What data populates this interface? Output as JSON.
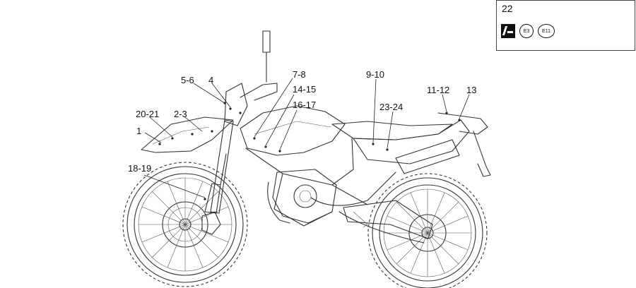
{
  "callouts": [
    {
      "key": "c1",
      "label": "1"
    },
    {
      "key": "c20_21",
      "label": "20-21"
    },
    {
      "key": "c2_3",
      "label": "2-3"
    },
    {
      "key": "c5_6",
      "label": "5-6"
    },
    {
      "key": "c4",
      "label": "4"
    },
    {
      "key": "c7_8",
      "label": "7-8"
    },
    {
      "key": "c14_15",
      "label": "14-15"
    },
    {
      "key": "c16_17",
      "label": "16-17"
    },
    {
      "key": "c9_10",
      "label": "9-10"
    },
    {
      "key": "c23_24",
      "label": "23-24"
    },
    {
      "key": "c11_12",
      "label": "11-12"
    },
    {
      "key": "c13",
      "label": "13"
    },
    {
      "key": "c18_19",
      "label": "18-19"
    }
  ],
  "reference_box": {
    "number": "22",
    "cert_marks": [
      "E3",
      "E11"
    ],
    "icon": "decal-icon"
  }
}
